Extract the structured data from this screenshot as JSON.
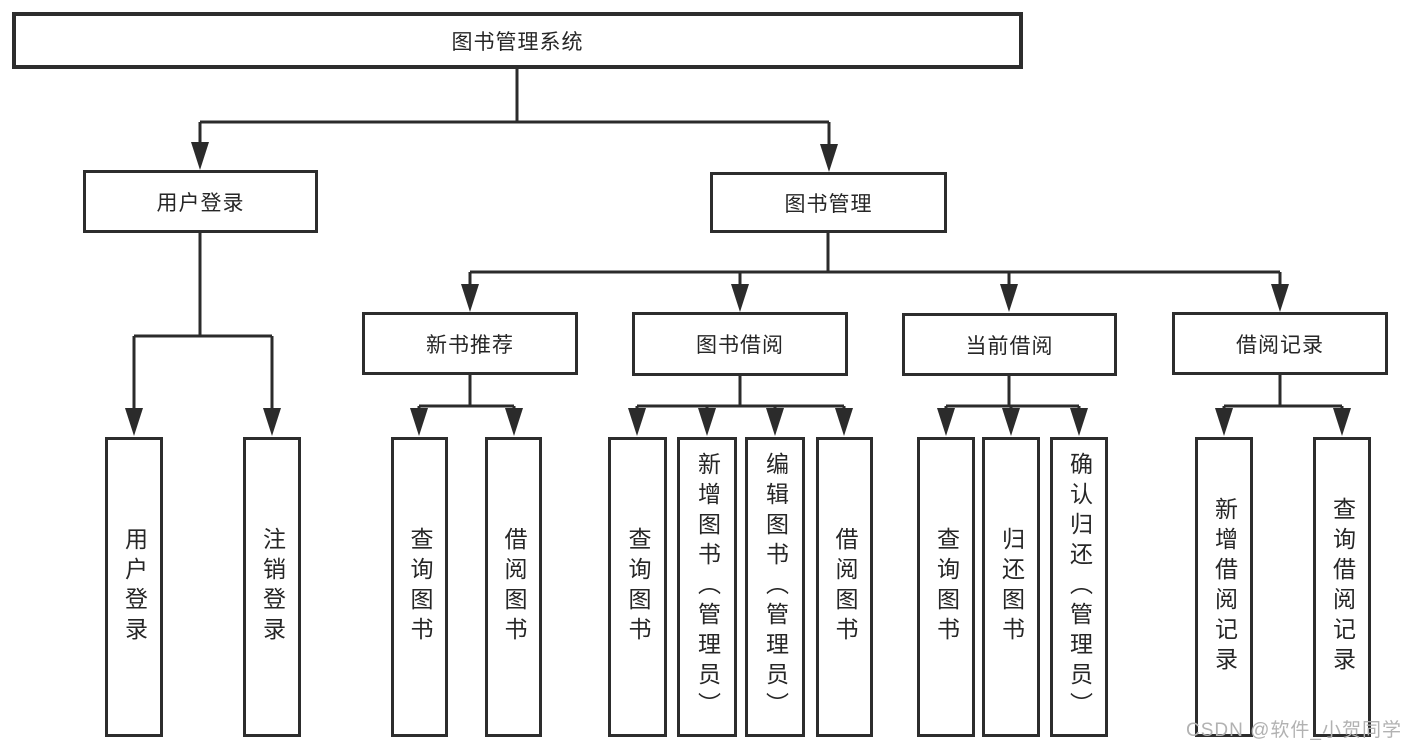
{
  "tree": {
    "label": "图书管理系统",
    "children": [
      {
        "label": "用户登录",
        "children": [
          {
            "label": "用户登录"
          },
          {
            "label": "注销登录"
          }
        ]
      },
      {
        "label": "图书管理",
        "children": [
          {
            "label": "新书推荐",
            "children": [
              {
                "label": "查询图书"
              },
              {
                "label": "借阅图书"
              }
            ]
          },
          {
            "label": "图书借阅",
            "children": [
              {
                "label": "查询图书"
              },
              {
                "label": "新增图书（管理员）"
              },
              {
                "label": "编辑图书（管理员）"
              },
              {
                "label": "借阅图书"
              }
            ]
          },
          {
            "label": "当前借阅",
            "children": [
              {
                "label": "查询图书"
              },
              {
                "label": "归还图书"
              },
              {
                "label": "确认归还（管理员）"
              }
            ]
          },
          {
            "label": "借阅记录",
            "children": [
              {
                "label": "新增借阅记录"
              },
              {
                "label": "查询借阅记录"
              }
            ]
          }
        ]
      }
    ]
  },
  "watermark": {
    "text": "CSDN @软件_小贺同学"
  },
  "colors": {
    "line": "#2b2b2b",
    "box_border": "#2d2d2d",
    "text": "#262626",
    "watermark": "#b2b2b2",
    "background": "#ffffff"
  }
}
